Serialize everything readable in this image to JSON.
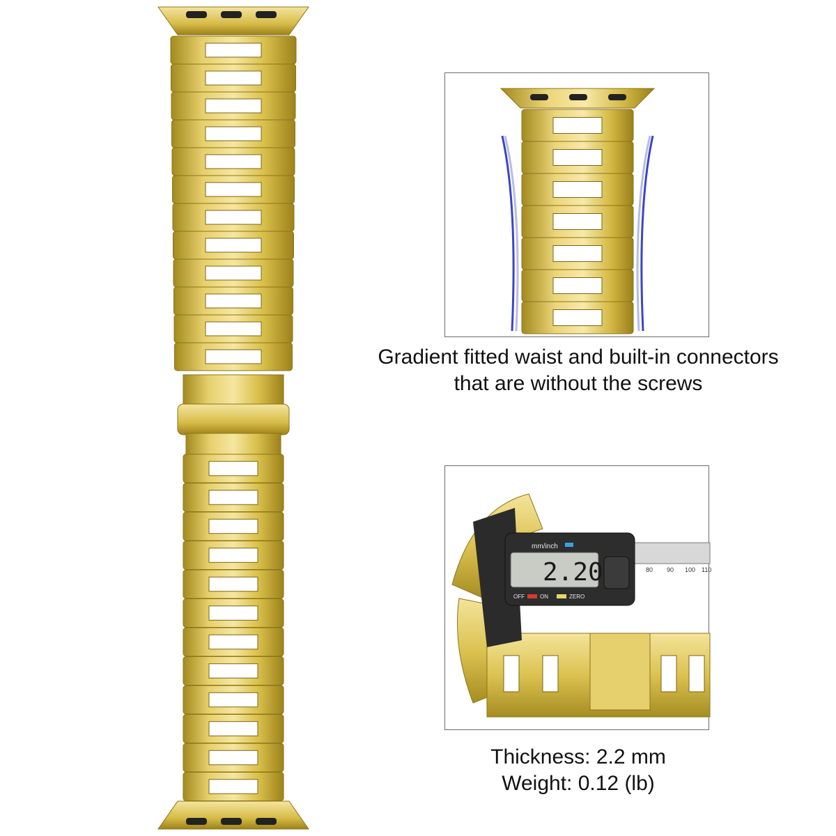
{
  "colors": {
    "gold_light": "#f3e08a",
    "gold_mid": "#d9bf4a",
    "gold_dark": "#a38a1e",
    "background": "#ffffff",
    "panel_border": "#6b6b6b",
    "text": "#111111",
    "accent_blue": "#3a44c8"
  },
  "captions": {
    "top_line1": "Gradient fitted waist and built-in connectors",
    "top_line2": "that are without the screws",
    "bottom_line1": "Thickness: 2.2 mm",
    "bottom_line2": "Weight: 0.12 (lb)"
  },
  "caliper": {
    "unit_label": "mm/inch",
    "reading": "2.20",
    "off_label": "OFF",
    "on_label": "ON",
    "zero_label": "ZERO",
    "scale_ticks": [
      "80",
      "90",
      "100",
      "110"
    ]
  }
}
